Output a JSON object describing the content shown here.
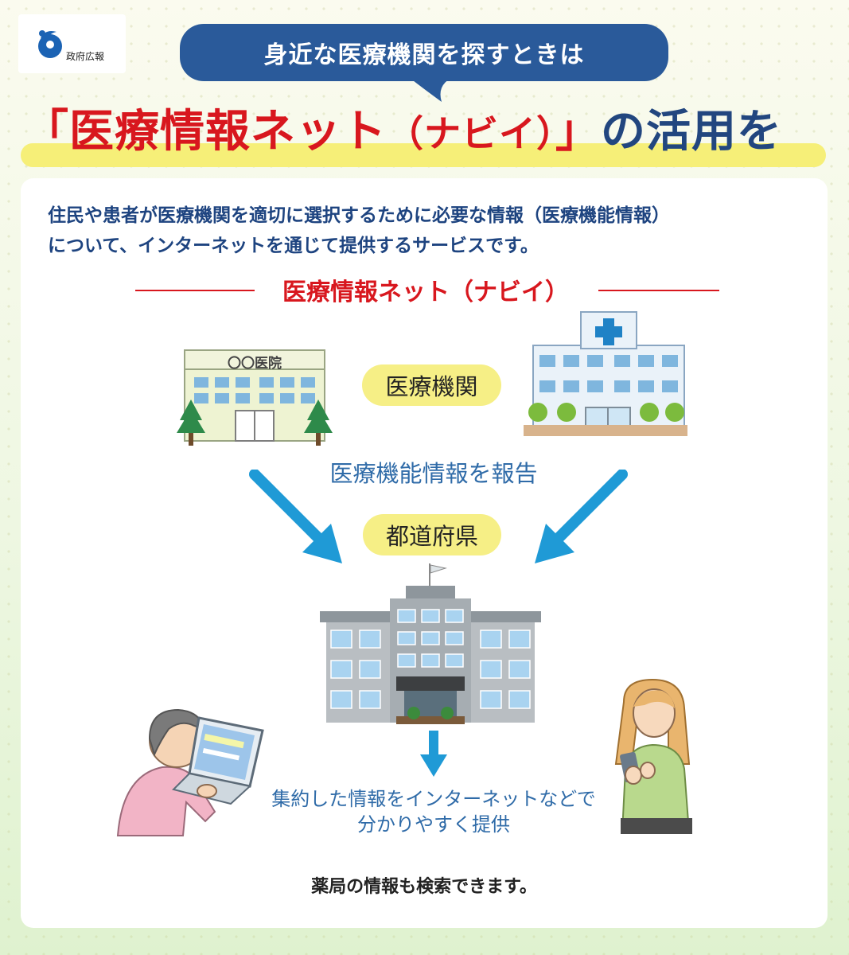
{
  "logo": {
    "text": "政府広報"
  },
  "bubble": {
    "text": "身近な医療機関を探すときは"
  },
  "headline": {
    "bracket_open": "「",
    "name": "医療情報ネット",
    "paren": "（ナビイ）",
    "bracket_close": "」",
    "suffix": "の活用を"
  },
  "intro": {
    "line1": "住民や患者が医療機関を適切に選択するために必要な情報（医療機能情報）",
    "line2": "について、インターネットを通じて提供するサービスです。"
  },
  "diagram": {
    "subtitle": "医療情報ネット（ナビイ）",
    "clinic_sign": "〇〇医院",
    "pill_medical": "医療機関",
    "report_label": "医療機能情報を報告",
    "pill_prefecture": "都道府県",
    "provide_line1": "集約した情報をインターネットなどで",
    "provide_line2": "分かりやすく提供"
  },
  "footer": {
    "text": "薬局の情報も検索できます。"
  },
  "colors": {
    "brand_blue": "#2a5a9a",
    "headline_red": "#d8171e",
    "text_blue": "#1e4480",
    "highlight_yellow": "#f6ef78",
    "arrow_blue": "#1f9ad6"
  }
}
